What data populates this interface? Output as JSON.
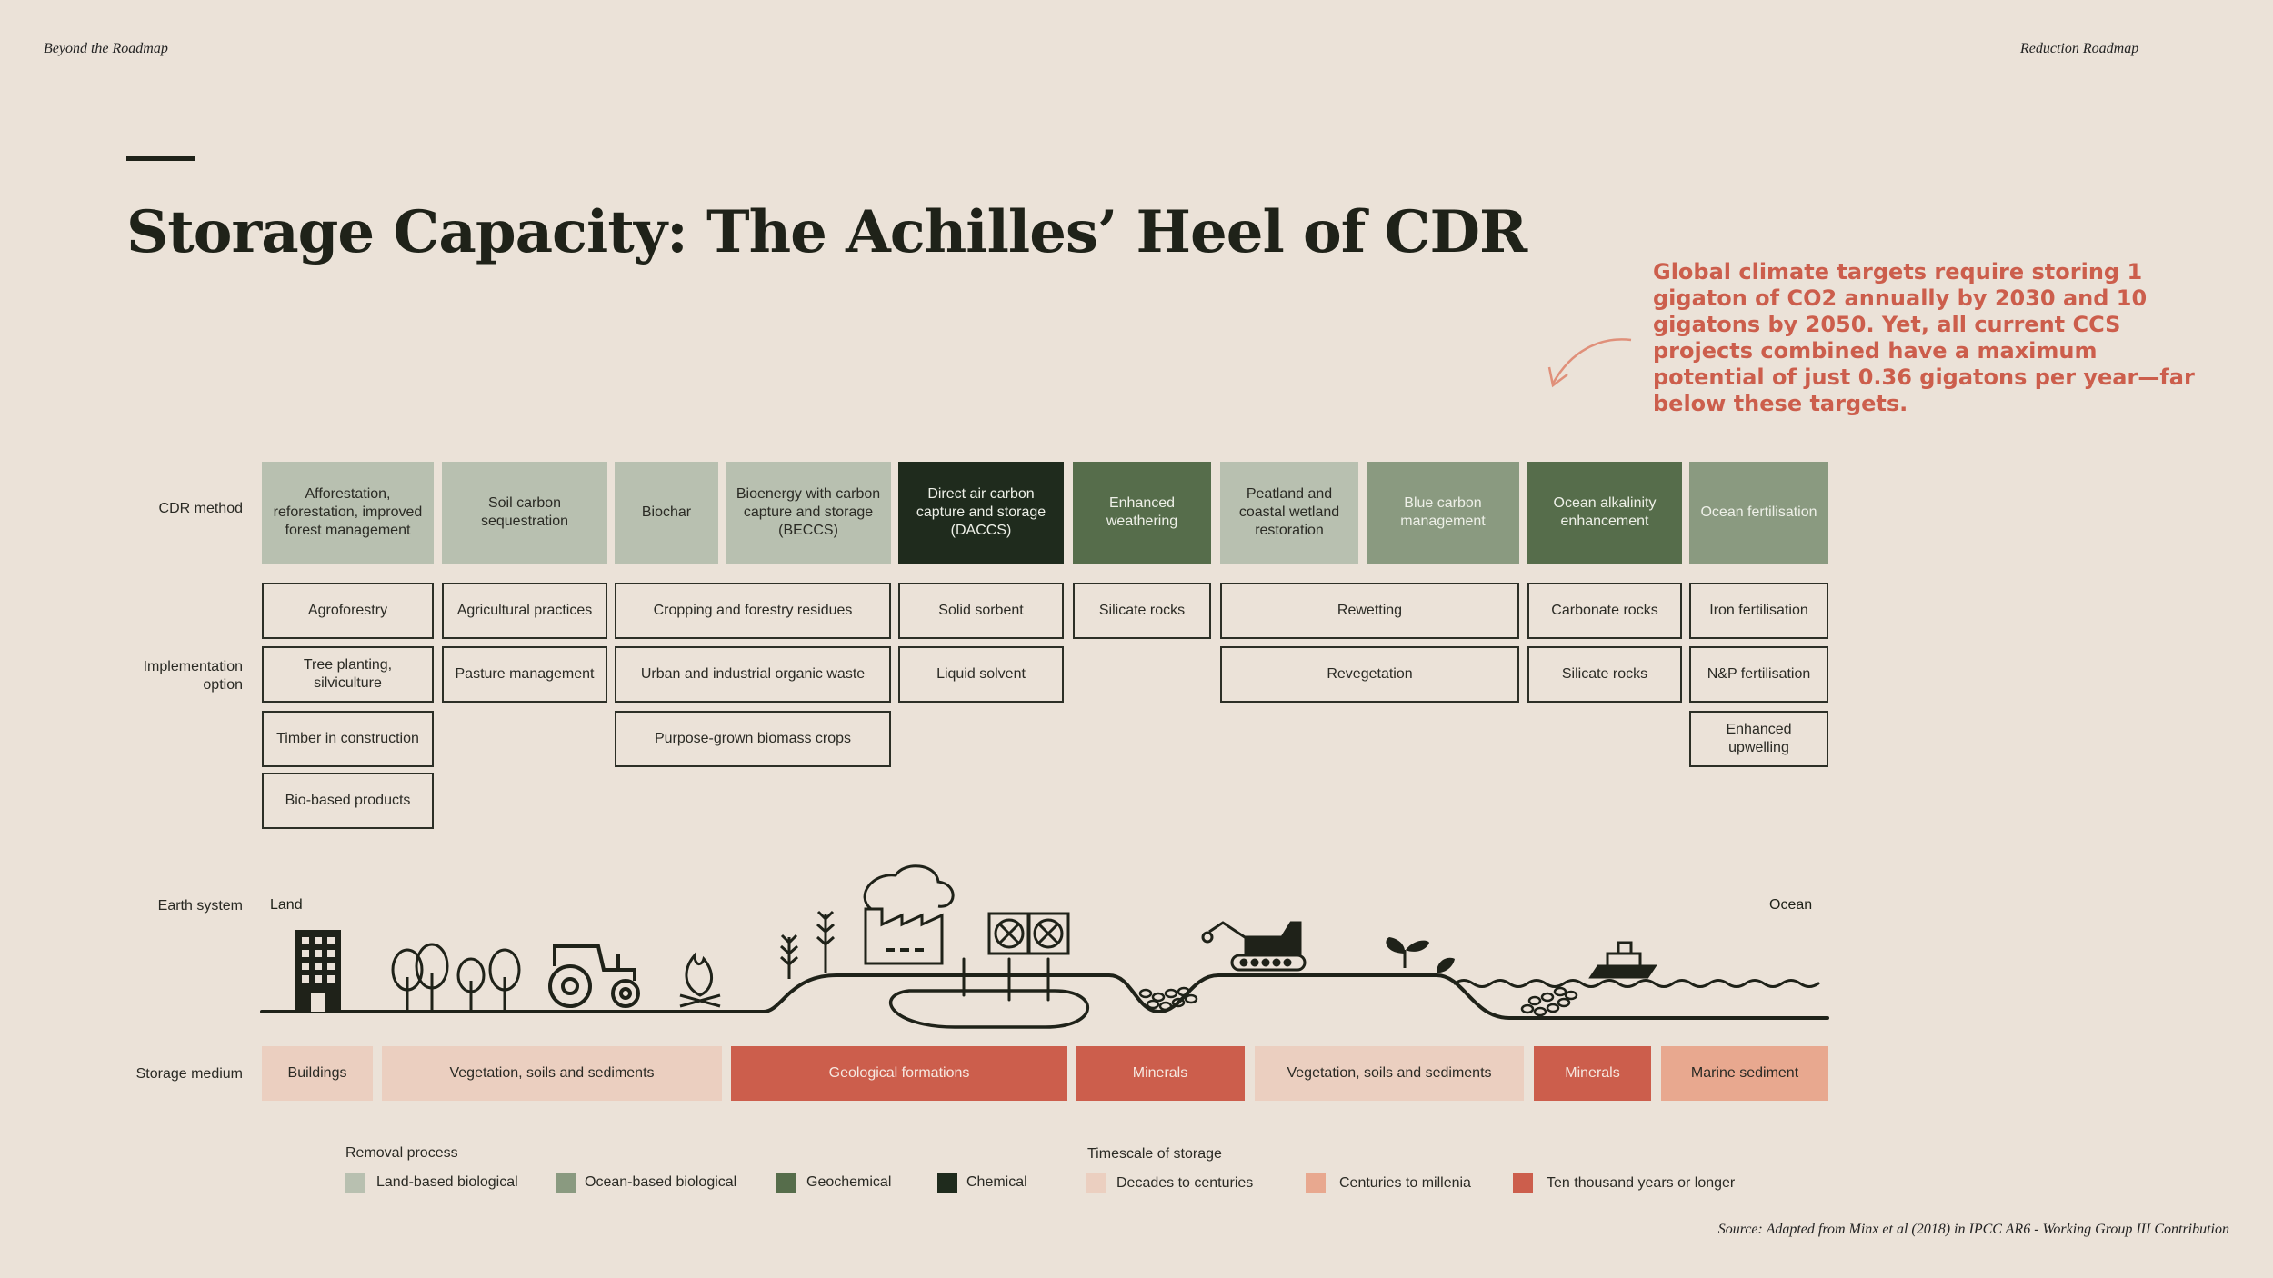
{
  "header": {
    "left": "Beyond the Roadmap",
    "right": "Reduction Roadmap"
  },
  "title": "Storage Capacity: The Achilles’ Heel of CDR",
  "callout": "Global climate targets require storing 1 gigaton of CO2 annually by 2030 and 10 gigatons by 2050. Yet, all current CCS projects combined have a maximum potential of just 0.36 gigatons per year—far below these targets.",
  "row_labels": {
    "method": "CDR method",
    "implementation_1": "Implementation",
    "implementation_2": "option",
    "earth": "Earth system",
    "storage": "Storage medium"
  },
  "earth_ends": {
    "left": "Land",
    "right": "Ocean"
  },
  "methods": [
    {
      "label": "Afforestation, reforestation, improved forest management",
      "process": "land"
    },
    {
      "label": "Soil carbon sequestration",
      "process": "land"
    },
    {
      "label": "Biochar",
      "process": "land"
    },
    {
      "label": "Bioenergy with carbon capture and storage (BECCS)",
      "process": "land"
    },
    {
      "label": "Direct air carbon capture and storage (DACCS)",
      "process": "chemical"
    },
    {
      "label": "Enhanced weathering",
      "process": "geochemical"
    },
    {
      "label": "Peatland and coastal wetland restoration",
      "process": "land"
    },
    {
      "label": "Blue carbon management",
      "process": "ocean"
    },
    {
      "label": "Ocean alkalinity enhancement",
      "process": "geochemical"
    },
    {
      "label": "Ocean fertilisation",
      "process": "ocean"
    }
  ],
  "options": {
    "afforestation": [
      "Agroforestry",
      "Tree planting, silviculture",
      "Timber in construction",
      "Bio-based products"
    ],
    "soil": [
      "Agricultural practices",
      "Pasture management"
    ],
    "biomass": [
      "Cropping and forestry residues",
      "Urban and industrial organic waste",
      "Purpose-grown biomass crops"
    ],
    "daccs": [
      "Solid sorbent",
      "Liquid solvent"
    ],
    "weathering": [
      "Silicate rocks"
    ],
    "wetland": [
      "Rewetting",
      "Revegetation"
    ],
    "alkalinity": [
      "Carbonate rocks",
      "Silicate rocks"
    ],
    "fertilisation": [
      "Iron fertilisation",
      "N&P fertilisation",
      "Enhanced upwelling"
    ]
  },
  "storage": [
    {
      "label": "Buildings",
      "timescale": "decades"
    },
    {
      "label": "Vegetation, soils and sediments",
      "timescale": "decades"
    },
    {
      "label": "Geological formations",
      "timescale": "long"
    },
    {
      "label": "Minerals",
      "timescale": "long"
    },
    {
      "label": "Vegetation, soils and sediments",
      "timescale": "decades"
    },
    {
      "label": "Minerals",
      "timescale": "long"
    },
    {
      "label": "Marine sediment",
      "timescale": "centuries"
    }
  ],
  "legend": {
    "removal_title": "Removal process",
    "removal": [
      {
        "key": "land",
        "label": "Land-based biological",
        "color": "#b8c0b0"
      },
      {
        "key": "ocean",
        "label": "Ocean-based biological",
        "color": "#8a9a80"
      },
      {
        "key": "geochemical",
        "label": "Geochemical",
        "color": "#566d4b"
      },
      {
        "key": "chemical",
        "label": "Chemical",
        "color": "#1f2b1d"
      }
    ],
    "timescale_title": "Timescale of storage",
    "timescale": [
      {
        "key": "decades",
        "label": "Decades to centuries",
        "color": "#ebcfc0"
      },
      {
        "key": "centuries",
        "label": "Centuries to millenia",
        "color": "#e8a88f"
      },
      {
        "key": "long",
        "label": "Ten thousand years or longer",
        "color": "#cc5e4c"
      }
    ]
  },
  "source": "Source: Adapted from Minx et al (2018) in IPCC AR6 - Working Group III Contribution",
  "icons": [
    "building-icon",
    "trees-icon",
    "tractor-icon",
    "campfire-icon",
    "crops-icon",
    "factory-icon",
    "fan-icon",
    "minerals-icon",
    "excavator-icon",
    "sprout-icon",
    "ship-icon"
  ]
}
